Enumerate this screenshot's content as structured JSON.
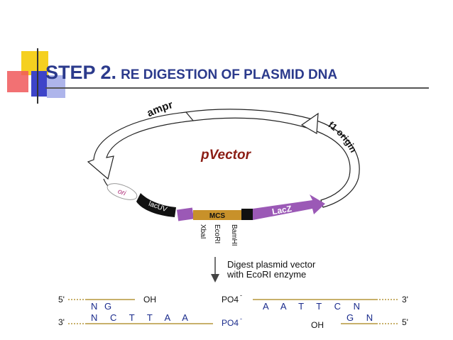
{
  "slide": {
    "step": "STEP 2.",
    "subtitle": "RE DIGESTION OF PLASMID DNA"
  },
  "plasmid": {
    "name": "pVector",
    "features": {
      "ampr": "ampr",
      "f1": "f1 origin",
      "ori": "ori",
      "lacuv": "lacUV",
      "mcs": "MCS",
      "lacz": "LacZ"
    },
    "sites": [
      "XbaI",
      "EcoRI",
      "BamHI"
    ]
  },
  "digest": {
    "note_line1": "Digest plasmid vector",
    "note_line2": "with EcoRI enzyme"
  },
  "fragments": {
    "left": {
      "top_end": "5'",
      "top_seq": "N G",
      "top_group": "OH",
      "bottom_end": "3'",
      "bottom_seq": "N C T T A A",
      "bottom_group": "PO4"
    },
    "right": {
      "top_group": "PO4",
      "top_seq": "A A T T C N",
      "top_end": "3'",
      "bottom_group": "OH",
      "bottom_seq": "G N",
      "bottom_end": "5'"
    },
    "superscript": "-",
    "subscript": "4"
  },
  "colors": {
    "title": "#2b3a8c",
    "deco_yellow": "#f5d020",
    "deco_red": "#e8474a",
    "deco_blue": "#3d44c9",
    "mcs": "#c8912a",
    "lacz": "#9b59b6",
    "strand": "#b5953a"
  }
}
